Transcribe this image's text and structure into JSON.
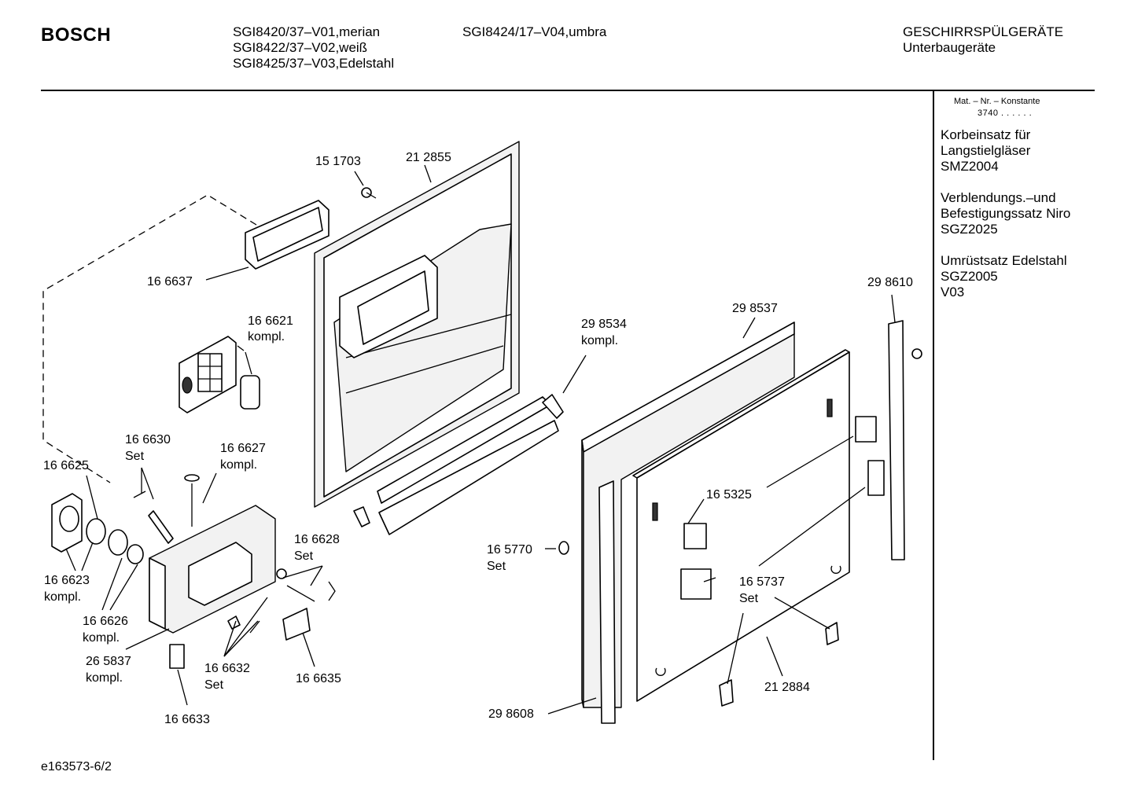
{
  "header": {
    "brand": "BOSCH",
    "models_col1": [
      "SGI8420/37–V01,merian",
      "SGI8422/37–V02,weiß",
      "SGI8425/37–V03,Edelstahl"
    ],
    "models_col2": [
      "SGI8424/17–V04,umbra"
    ],
    "category": "GESCHIRRSPÜLGERÄTE",
    "subcategory": "Unterbaugeräte"
  },
  "sidebar": {
    "mat_title": "Mat. – Nr. – Konstante",
    "mat_value": "3740 . . . . . .",
    "accessories": [
      {
        "lines": [
          "Korbeinsatz für",
          "Langstielgläser",
          "SMZ2004"
        ]
      },
      {
        "lines": [
          "Verblendungs.–und",
          "Befestigungssatz Niro",
          "SGZ2025"
        ]
      },
      {
        "lines": [
          "Umrüstsatz Edelstahl",
          "SGZ2005",
          "V03"
        ]
      }
    ]
  },
  "footer": {
    "drawing_id": "e163573-6/2"
  },
  "parts": [
    {
      "id": "p151703",
      "lines": [
        "15 1703"
      ]
    },
    {
      "id": "p212855",
      "lines": [
        "21 2855"
      ]
    },
    {
      "id": "p166637",
      "lines": [
        "16 6637"
      ]
    },
    {
      "id": "p166621",
      "lines": [
        "16 6621",
        "kompl."
      ]
    },
    {
      "id": "p298534",
      "lines": [
        "29 8534",
        "kompl."
      ]
    },
    {
      "id": "p298537",
      "lines": [
        "29 8537"
      ]
    },
    {
      "id": "p298610",
      "lines": [
        "29 8610"
      ]
    },
    {
      "id": "p166630",
      "lines": [
        "16 6630",
        "Set"
      ]
    },
    {
      "id": "p166627",
      "lines": [
        "16 6627",
        "kompl."
      ]
    },
    {
      "id": "p166625",
      "lines": [
        "16 6625"
      ]
    },
    {
      "id": "p166628",
      "lines": [
        "16 6628",
        "Set"
      ]
    },
    {
      "id": "p165325",
      "lines": [
        "16 5325"
      ]
    },
    {
      "id": "p165770",
      "lines": [
        "16 5770",
        "Set"
      ]
    },
    {
      "id": "p166623",
      "lines": [
        "16 6623",
        "kompl."
      ]
    },
    {
      "id": "p165737",
      "lines": [
        "16 5737",
        "Set"
      ]
    },
    {
      "id": "p166626",
      "lines": [
        "16 6626",
        "kompl."
      ]
    },
    {
      "id": "p265837",
      "lines": [
        "26 5837",
        "kompl."
      ]
    },
    {
      "id": "p166632",
      "lines": [
        "16 6632",
        "Set"
      ]
    },
    {
      "id": "p166635",
      "lines": [
        "16 6635"
      ]
    },
    {
      "id": "p212884",
      "lines": [
        "21 2884"
      ]
    },
    {
      "id": "p298608",
      "lines": [
        "29 8608"
      ]
    },
    {
      "id": "p166633",
      "lines": [
        "16 6633"
      ]
    }
  ]
}
